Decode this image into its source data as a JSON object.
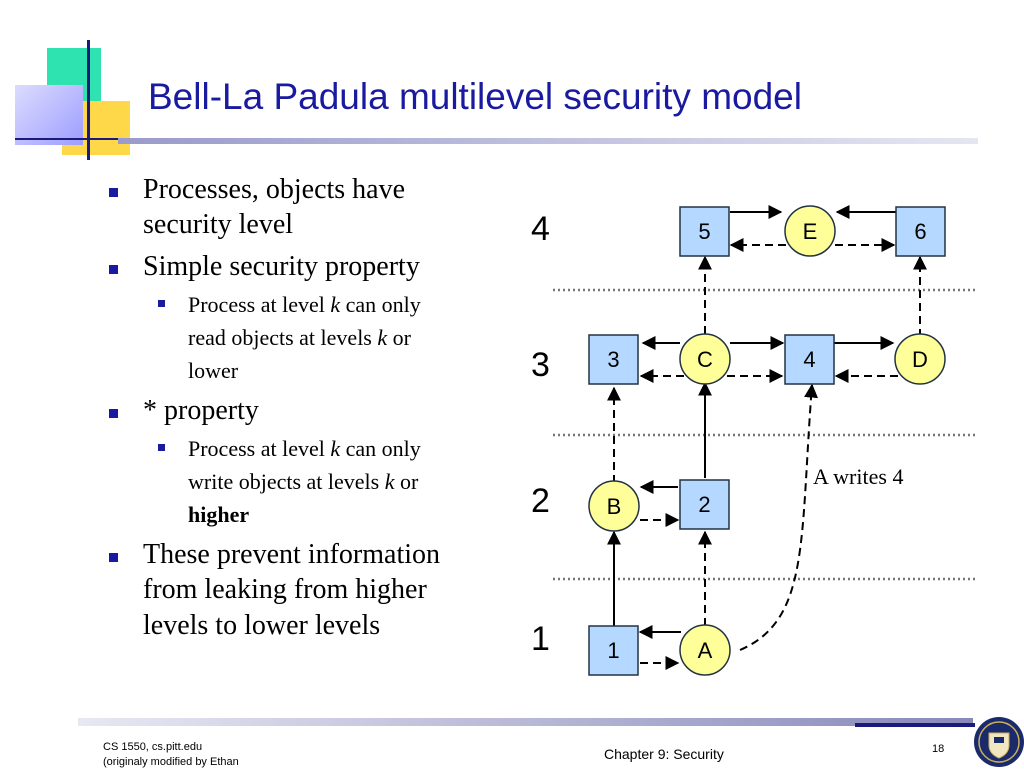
{
  "title": "Bell-La Padula multilevel security model",
  "bullets": {
    "b1": {
      "l1": "Processes, objects have",
      "l2": "security level"
    },
    "b2": {
      "l1": "Simple security property"
    },
    "b2s": {
      "l1_pre": "Process at level ",
      "l1_k": "k",
      "l1_post": " can only",
      "l2_pre": "read objects at levels ",
      "l2_k": "k",
      "l2_post": " or",
      "l3": "lower"
    },
    "b3": {
      "l1": "* property"
    },
    "b3s": {
      "l1_pre": "Process at level ",
      "l1_k": "k",
      "l1_post": " can only",
      "l2_pre": "write objects at levels ",
      "l2_k": "k",
      "l2_post": " or",
      "l3": "higher"
    },
    "b4": {
      "l1": "These prevent information",
      "l2": "from leaking from higher",
      "l3": "levels to lower levels"
    }
  },
  "diagram": {
    "levels": [
      "4",
      "3",
      "2",
      "1"
    ],
    "nodes": {
      "n5": "5",
      "nE": "E",
      "n6": "6",
      "n3": "3",
      "nC": "C",
      "n4": "4",
      "nD": "D",
      "nB": "B",
      "n2": "2",
      "n1": "1",
      "nA": "A"
    },
    "annotation": "A writes 4"
  },
  "footer": {
    "left_l1": "CS 1550, cs.pitt.edu",
    "left_l2": "(originaly modified by Ethan",
    "center": "Chapter 9: Security",
    "page": "18"
  },
  "colors": {
    "title": "#1a1aa0",
    "square_fill": "#b4d8ff",
    "circle_fill": "#ffff99"
  }
}
